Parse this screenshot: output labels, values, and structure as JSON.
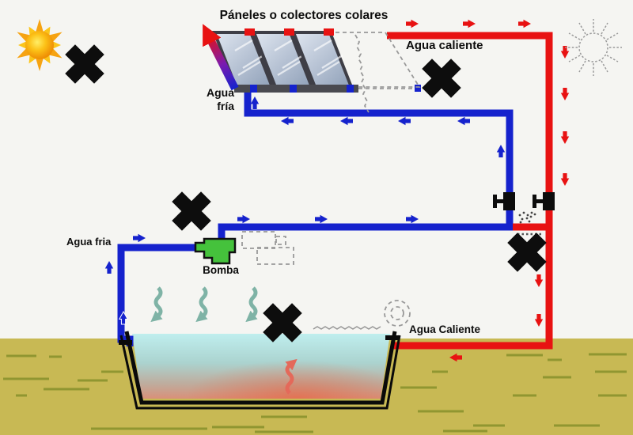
{
  "title": "Páneles o colectores colares",
  "labels": {
    "hot_top": "Agua caliente",
    "cold_panel": {
      "line1": "Agua",
      "line2": "fría"
    },
    "cold_supply": "Agua fria",
    "pump": "Bomba",
    "hot_bottom": "Agua Caliente"
  },
  "colors": {
    "bg": "#f5f5f2",
    "cold-pipe": "#1522cd",
    "hot-pipe": "#e81212",
    "pump-green": "#45c23c",
    "ground": "#c8b954",
    "water-top": "#bfeeee",
    "water-warm": "#e08a70",
    "sun-core": "#ffee66",
    "sun-edge": "#ec8400",
    "mark-black": "#0d0d0d",
    "ghost-gray": "#999999",
    "wave-cold": "#7fb3a6",
    "wave-hot": "#e4695a"
  }
}
